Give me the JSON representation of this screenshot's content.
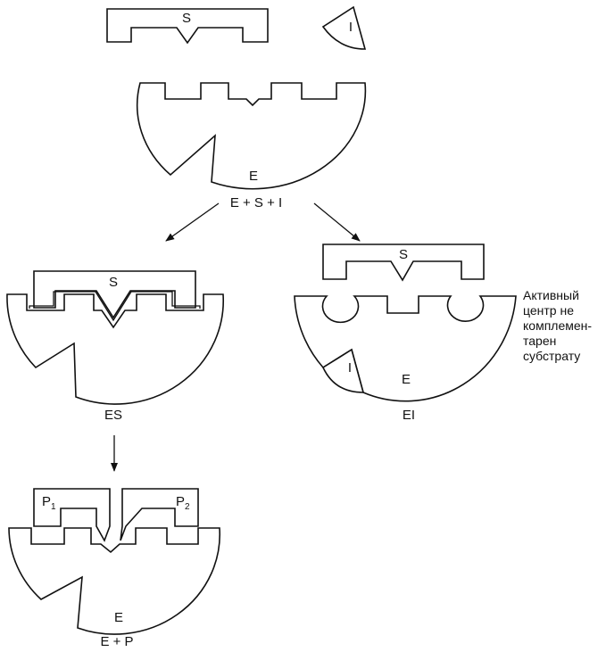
{
  "labels": {
    "substrate": "S",
    "inhibitor": "I",
    "enzyme": "E",
    "reaction": "E + S + I",
    "complex_es": "ES",
    "complex_ei": "EI",
    "product_1": "P",
    "product_1_sub": "1",
    "product_2": "P",
    "product_2_sub": "2",
    "result": "E + P"
  },
  "note_lines": [
    "Активный",
    "центр не",
    "комплемен-",
    "тарен",
    "субстрату"
  ],
  "colors": {
    "ink": "#111111",
    "background": "#ffffff"
  }
}
